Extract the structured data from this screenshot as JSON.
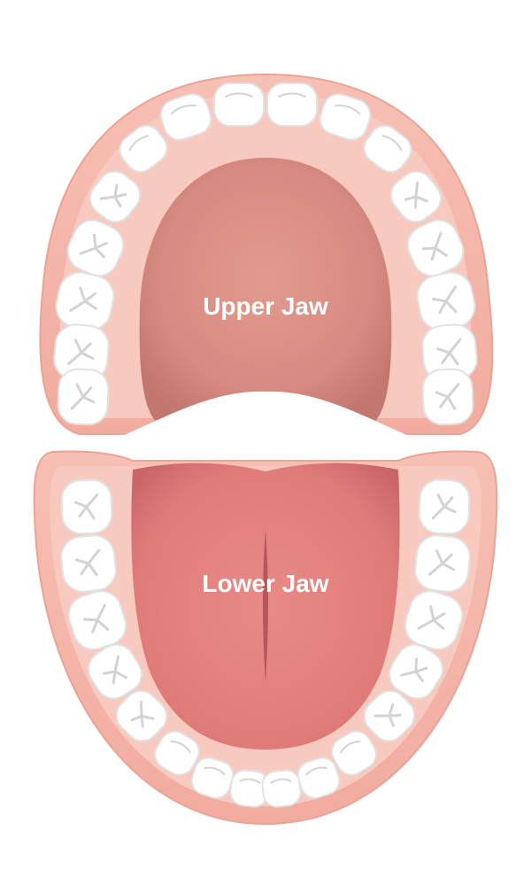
{
  "labels": {
    "upper": "Upper Jaw",
    "lower": "Lower Jaw"
  },
  "colors": {
    "gum": "#f4b3a8",
    "gum_inner": "#f8c6bb",
    "gum_edge": "#e99c90",
    "tooth": "#ffffff",
    "tooth_outline": "#e2e2e2",
    "tooth_groove": "#d3d3d3",
    "palate": "#d98e84",
    "palate_shade": "#c97a72",
    "tongue": "#e17e7c",
    "tongue_shade": "#c9666a",
    "label_text": "#ffffff"
  },
  "teeth": {
    "upper_count": 16,
    "lower_count": 16
  }
}
